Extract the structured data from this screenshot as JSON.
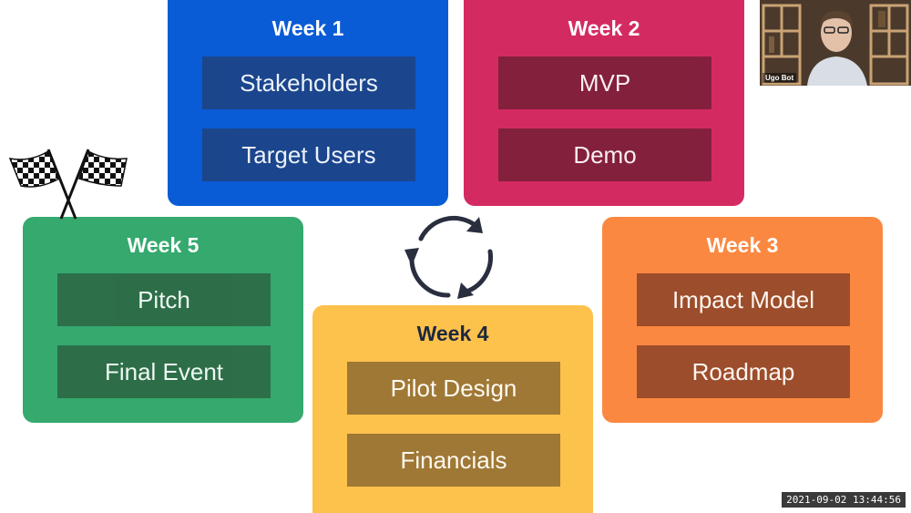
{
  "weeks": [
    {
      "title": "Week 1",
      "tasks": [
        "Stakeholders",
        "Target Users"
      ],
      "color": "#0a5bd6"
    },
    {
      "title": "Week 2",
      "tasks": [
        "MVP",
        "Demo"
      ],
      "color": "#d42a62"
    },
    {
      "title": "Week 3",
      "tasks": [
        "Impact Model",
        "Roadmap"
      ],
      "color": "#fb8841"
    },
    {
      "title": "Week 4",
      "tasks": [
        "Pilot Design",
        "Financials"
      ],
      "color": "#fdc24b"
    },
    {
      "title": "Week 5",
      "tasks": [
        "Pitch",
        "Final Event"
      ],
      "color": "#35a96e"
    }
  ],
  "icons": {
    "cycle": "cycle-arrows-icon",
    "flags": "checkered-flags-icon"
  },
  "video": {
    "participant_name": "Ugo Bot"
  },
  "timestamp": "2021-09-02 13:44:56"
}
